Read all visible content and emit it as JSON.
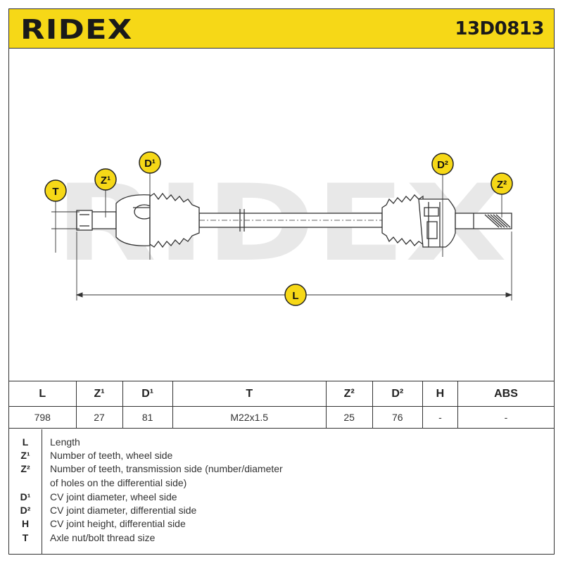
{
  "header": {
    "brand": "RIDEX",
    "part_number": "13D0813"
  },
  "drawing": {
    "watermark": "RIDEX",
    "callouts": {
      "T": "T",
      "Z1": "Z¹",
      "D1": "D¹",
      "D2": "D²",
      "Z2": "Z²",
      "L": "L"
    }
  },
  "table": {
    "headers": [
      "L",
      "Z¹",
      "D¹",
      "T",
      "Z²",
      "D²",
      "H",
      "ABS"
    ],
    "values": [
      "798",
      "27",
      "81",
      "M22x1.5",
      "25",
      "76",
      "-",
      "-"
    ]
  },
  "legend": [
    {
      "key": "L",
      "text": "Length"
    },
    {
      "key": "Z¹",
      "text": "Number of teeth, wheel side"
    },
    {
      "key": "Z²",
      "text": "Number of teeth, transmission side (number/diameter"
    },
    {
      "key": "",
      "text": "of holes on the differential side)"
    },
    {
      "key": "D¹",
      "text": "CV joint diameter, wheel side"
    },
    {
      "key": "D²",
      "text": "CV joint diameter, differential side"
    },
    {
      "key": "H",
      "text": "CV joint height, differential side"
    },
    {
      "key": "T",
      "text": "Axle nut/bolt thread size"
    }
  ],
  "colors": {
    "brand_yellow": "#f6d817",
    "line": "#333333",
    "watermark": "#e6e6e6"
  }
}
